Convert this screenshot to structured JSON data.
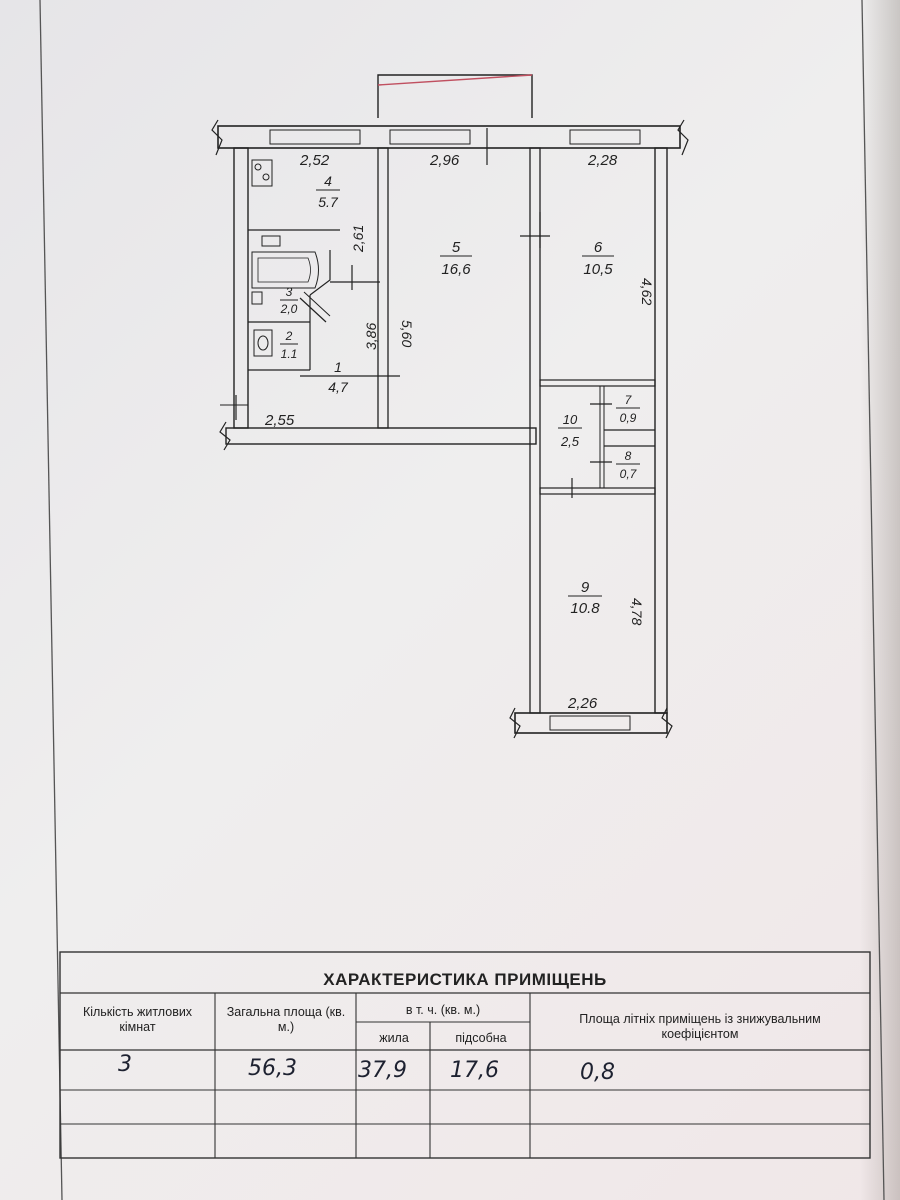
{
  "plan": {
    "dims": {
      "kitchen_width": "2,52",
      "room5_width": "2,96",
      "room6_width": "2,28",
      "kitchen_depth": "2,61",
      "room5_depth": "5,60",
      "hall_depth": "3,86",
      "room6_depth": "4,62",
      "hall_width": "2,55",
      "room9_depth": "4,78",
      "room9_width": "2,26"
    },
    "rooms": [
      {
        "num": "1",
        "area": "4,7"
      },
      {
        "num": "2",
        "area": "1.1"
      },
      {
        "num": "3",
        "area": "2,0"
      },
      {
        "num": "4",
        "area": "5.7"
      },
      {
        "num": "5",
        "area": "16,6"
      },
      {
        "num": "6",
        "area": "10,5"
      },
      {
        "num": "7",
        "area": "0,9"
      },
      {
        "num": "8",
        "area": "0,7"
      },
      {
        "num": "9",
        "area": "10.8"
      },
      {
        "num": "10",
        "area": "2,5"
      }
    ]
  },
  "table": {
    "title": "ХАРАКТЕРИСТИКА ПРИМІЩЕНЬ",
    "col_rooms": "Кількість житлових кімнат",
    "col_total": "Загальна площа (кв. м.)",
    "col_incl": "в т. ч. (кв. м.)",
    "col_living": "жила",
    "col_aux": "підсобна",
    "col_summer": "Площа літніх приміщень із знижувальним коефіцієнтом",
    "val_rooms": "3",
    "val_total": "56,3",
    "val_living": "37,9",
    "val_aux": "17,6",
    "val_summer": "0,8"
  }
}
